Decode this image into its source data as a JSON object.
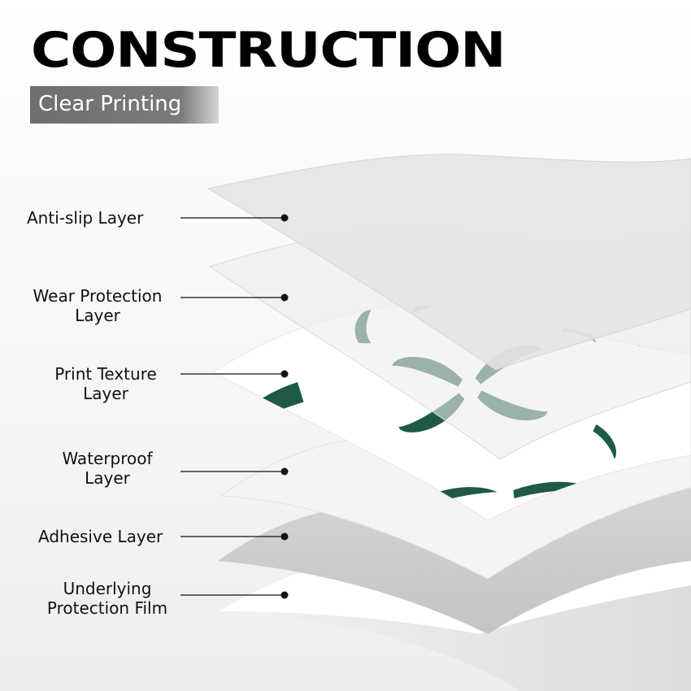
{
  "title": "CONSTRUCTION",
  "subtitle": "Clear Printing",
  "colors": {
    "pattern": "#1f5a44",
    "pointer": "#111111"
  },
  "layers": [
    {
      "line1": "Anti-slip Layer",
      "line2": ""
    },
    {
      "line1": "Wear Protection",
      "line2": "Layer"
    },
    {
      "line1": "Print Texture",
      "line2": "Layer"
    },
    {
      "line1": "Waterproof",
      "line2": "Layer"
    },
    {
      "line1": "Adhesive Layer",
      "line2": ""
    },
    {
      "line1": "Underlying",
      "line2": "Protection Film"
    }
  ]
}
